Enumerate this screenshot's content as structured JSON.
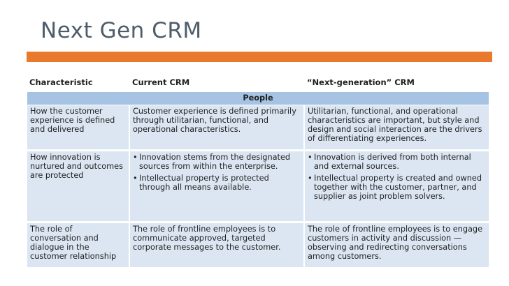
{
  "slide": {
    "title": "Next Gen CRM",
    "accent_color": "#e8792d"
  },
  "table": {
    "headers": [
      "Characteristic",
      "Current CRM",
      "“Next-generation” CRM"
    ],
    "section_label": "People",
    "rows": [
      {
        "characteristic": "How the customer experience is defined and delivered",
        "current": "Customer experience is defined primarily through utilitarian, functional, and operational characteristics.",
        "next": "Utilitarian, functional, and operational characteristics are important, but style and design and social interaction are the drivers of differentiating experiences."
      },
      {
        "characteristic": "How innovation is nurtured and outcomes are protected",
        "current_bullets": [
          "Innovation stems from the designated sources from within the enterprise.",
          "Intellectual property is protected through all means available."
        ],
        "next_bullets": [
          "Innovation is derived from both internal and external sources.",
          "Intellectual property is created and owned together with the customer, partner, and supplier as joint problem solvers."
        ]
      },
      {
        "characteristic": "The role of conversation and dialogue in the customer relationship",
        "current": "The role of frontline employees is to communicate approved, targeted corporate messages to the customer.",
        "next": "The role of frontline employees is to engage customers in activity and discussion — observing and redirecting conversations among customers."
      }
    ]
  }
}
